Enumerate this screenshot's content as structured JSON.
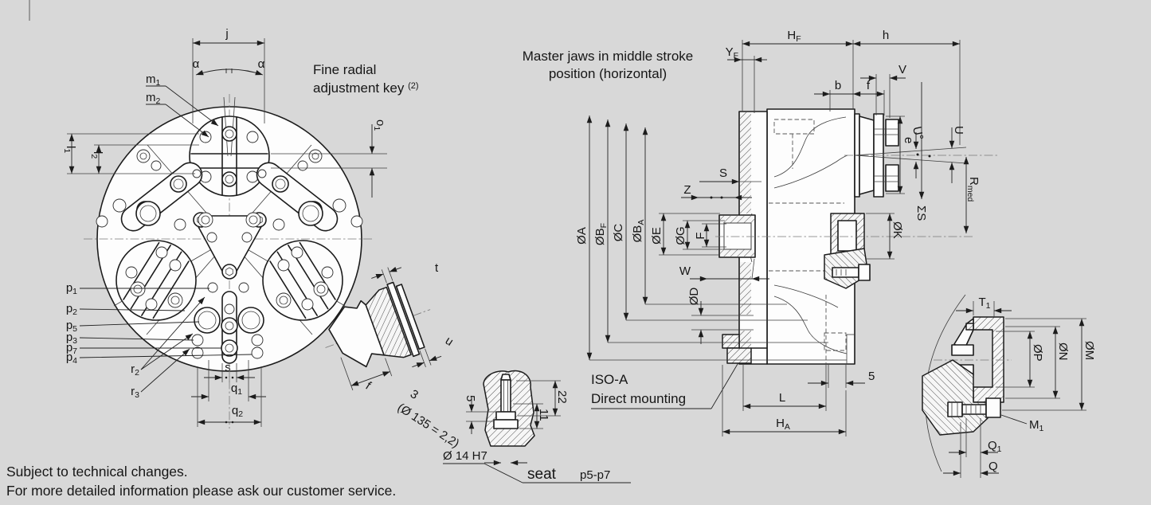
{
  "colors": {
    "background": "#d8d8d8",
    "paper": "#fdfdfd",
    "ink": "#1c1c1c"
  },
  "front": {
    "j": "j",
    "alpha": "α",
    "m1": [
      "m",
      "1"
    ],
    "m2": [
      "m",
      "2"
    ],
    "l1": [
      "l",
      "1"
    ],
    "l2": [
      "l",
      "2"
    ],
    "o1": [
      "o",
      "1"
    ],
    "p1": [
      "p",
      "1"
    ],
    "p2": [
      "p",
      "2"
    ],
    "p3": [
      "p",
      "3"
    ],
    "p4": [
      "p",
      "4"
    ],
    "p5": [
      "p",
      "5"
    ],
    "p7": [
      "p",
      "7"
    ],
    "r2": [
      "r",
      "2"
    ],
    "r3": [
      "r",
      "3"
    ],
    "s": "s",
    "q1": [
      "q",
      "1"
    ],
    "q2": [
      "q",
      "2"
    ]
  },
  "key_detail": {
    "t": "t",
    "u": "u",
    "f": "f",
    "num": "3",
    "note": "(Ø 135 = 2,2)"
  },
  "pin_detail": {
    "d5": "5",
    "d22": "22",
    "d11": "11",
    "bore": "Ø 14 H7",
    "seat": "seat",
    "range": "p5-p7"
  },
  "side": {
    "HF": [
      "H",
      "F"
    ],
    "h": "h",
    "YF": [
      "Y",
      "F"
    ],
    "b": "b",
    "f": "f",
    "V": "V",
    "S": "S",
    "Z": "Z",
    "Udeg": "U°",
    "e": "e",
    "U": "U",
    "Rmed": [
      "R",
      "med"
    ],
    "SigmaS": "ΣS",
    "dA": "ØA",
    "dBF": [
      "ØB",
      "F"
    ],
    "dC": "ØC",
    "dBA": [
      "ØB",
      "A"
    ],
    "dE": "ØE",
    "dG": "ØG",
    "F": "F",
    "W": "W",
    "dD": "ØD",
    "dK": "ØK",
    "d5": "5",
    "L": "L",
    "HA": [
      "H",
      "A"
    ]
  },
  "detail": {
    "T1": [
      "T",
      "1"
    ],
    "dP": "ØP",
    "dN": "ØN",
    "dM": "ØM",
    "M1": [
      "M",
      "1"
    ],
    "Q1": [
      "Q",
      "1"
    ],
    "Q": "Q"
  },
  "notes": {
    "fine1": "Fine radial",
    "fine2": "adjustment key",
    "fine_sup": "(2)",
    "jaws1": "Master jaws in middle stroke",
    "jaws2": "position (horizontal)",
    "iso1": "ISO-A",
    "iso2": "Direct mounting"
  },
  "footer": {
    "line1": "Subject to technical changes.",
    "line2": "For more detailed information please ask our customer service."
  }
}
